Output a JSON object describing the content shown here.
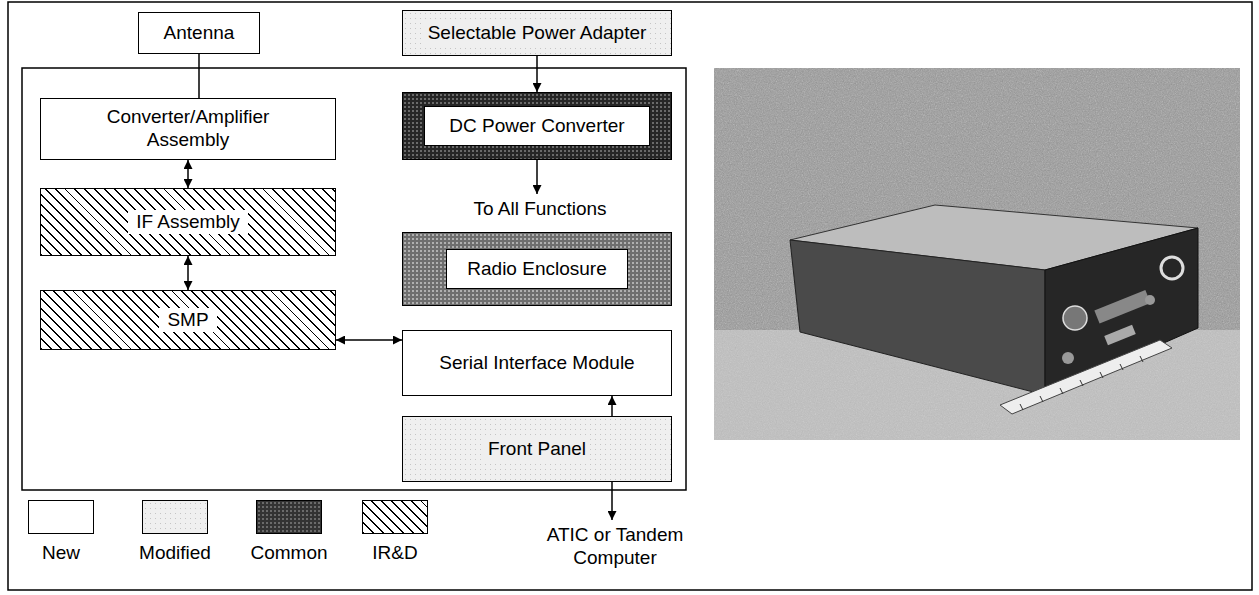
{
  "diagram": {
    "nodes": [
      {
        "text": [
          "Antenna"
        ]
      },
      {
        "text": [
          "Selectable Power Adapter"
        ]
      },
      {
        "text": [
          "Converter/Amplifier Assembly"
        ]
      },
      {
        "text": [
          "DC Power Converter"
        ]
      },
      {
        "text": [
          "IF Assembly"
        ]
      },
      {
        "text": [
          "Radio Enclosure"
        ]
      },
      {
        "text": [
          "SMP"
        ]
      },
      {
        "text": [
          "Serial Interface Module"
        ]
      },
      {
        "text": [
          "Front Panel"
        ]
      }
    ],
    "edges": [
      {
        "from": 0,
        "to": 2,
        "arrow": "none"
      },
      {
        "from": 1,
        "to": 3,
        "arrow": "to"
      },
      {
        "from": 2,
        "to": 4,
        "arrow": "both"
      },
      {
        "from": 4,
        "to": 6,
        "arrow": "both"
      },
      {
        "from": 6,
        "to": 7,
        "arrow": "both"
      }
    ],
    "labels": [
      "To All Functions",
      "ATIC or Tandem Computer"
    ],
    "legend": [
      {
        "text": "New",
        "color": "#ffffff"
      },
      {
        "text": "Modified",
        "color": "#efefef"
      },
      {
        "text": "Common",
        "color": "#333333"
      },
      {
        "text": "IR&D"
      }
    ]
  }
}
